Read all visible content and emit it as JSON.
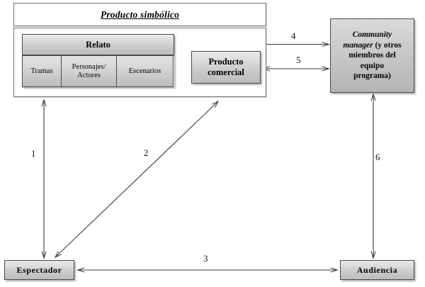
{
  "diagram": {
    "title": "Producto simbólico",
    "type": "flow-relationship-diagram",
    "nodes": {
      "symbolic_product": {
        "label": "Producto simbólico"
      },
      "relato": {
        "label": "Relato"
      },
      "tramas": {
        "label": "Tramas"
      },
      "personajes": {
        "label": "Personajes/ Actores"
      },
      "personajes_line1": "Personajes/",
      "personajes_line2": "Actores",
      "escenarios": {
        "label": "Escenarios"
      },
      "producto_comercial": {
        "label": "Producto comercial",
        "line1": "Producto",
        "line2": "comercial"
      },
      "community_manager": {
        "label": "Community manager (y otros miembros del equipo programa)",
        "line1_italic": "Community",
        "line2_italic": "manager",
        "line2_rest": " (y otros",
        "line3": "miembros del",
        "line4": "equipo",
        "line5": "programa)"
      },
      "espectador": {
        "label": "Espectador"
      },
      "audiencia": {
        "label": "Audiencia"
      }
    },
    "connections": [
      {
        "id": "1",
        "label": "1",
        "from": "espectador",
        "to": "symbolic_product",
        "style": "double-headed-vertical"
      },
      {
        "id": "2",
        "label": "2",
        "from": "espectador",
        "to": "symbolic_product",
        "style": "double-headed-diagonal"
      },
      {
        "id": "3",
        "label": "3",
        "from": "espectador",
        "to": "audiencia",
        "style": "double-headed-horizontal"
      },
      {
        "id": "4",
        "label": "4",
        "from": "relato",
        "to": "community_manager",
        "style": "double-headed-horizontal"
      },
      {
        "id": "5",
        "label": "5",
        "from": "producto_comercial",
        "to": "community_manager",
        "style": "double-headed-horizontal"
      },
      {
        "id": "6",
        "label": "6",
        "from": "audiencia",
        "to": "community_manager",
        "style": "double-headed-vertical"
      }
    ],
    "colors": {
      "line": "#3a3a3a",
      "box_border": "#4a4a4a",
      "box_fill_light": "#dcdcdc",
      "box_fill_dark": "#c2c2c2",
      "background": "#ffffff"
    }
  }
}
